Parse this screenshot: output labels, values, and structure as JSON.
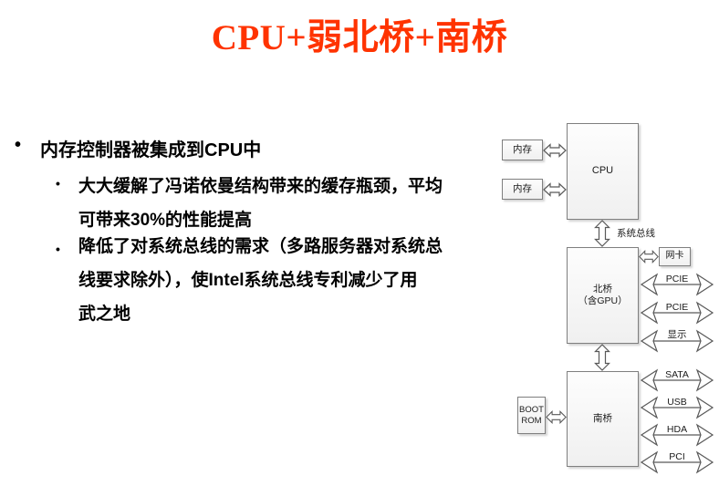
{
  "title": "CPU+弱北桥+南桥",
  "bullets": {
    "marker": "•",
    "main": "内存控制器被集成到CPU中",
    "sub1_lines": [
      "大大缓解了冯诺依曼结构带来的缓存瓶颈，平均",
      "可带来30%的性能提高"
    ],
    "sub2_lines": [
      "降低了对系统总线的需求（多路服务器对系统总",
      "线要求除外），使Intel系统总线专利减少了用",
      "武之地"
    ]
  },
  "diagram": {
    "cpu": "CPU",
    "memory1": "内存",
    "memory2": "内存",
    "system_bus": "系统总线",
    "nb_line1": "北桥",
    "nb_line2": "（含GPU）",
    "nic": "网卡",
    "southbridge": "南桥",
    "boot_line1": "BOOT",
    "boot_line2": "ROM",
    "nb_buses": [
      "PCIE",
      "PCIE",
      "显示"
    ],
    "sb_buses": [
      "SATA",
      "USB",
      "HDA",
      "PCI"
    ]
  },
  "colors": {
    "title": "#ff3300",
    "body_text": "#000000",
    "box_border": "#7f7f7f",
    "arrow_stroke": "#595959"
  }
}
